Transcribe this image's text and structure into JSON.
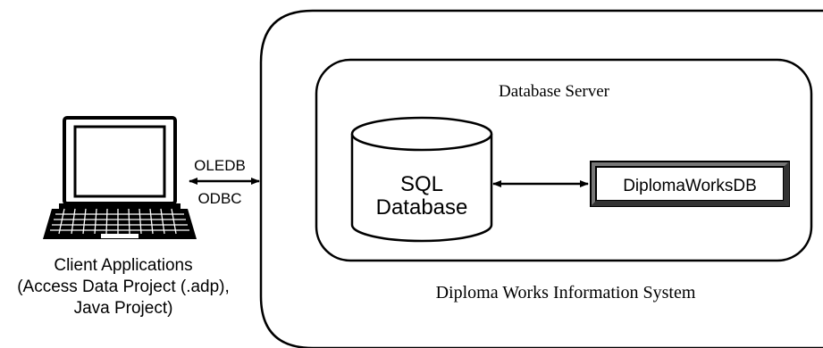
{
  "client": {
    "caption_lines": [
      "Client Applications",
      "(Access Data Project (.adp),",
      "Java Project)"
    ]
  },
  "connection": {
    "protocol_top": "OLEDB",
    "protocol_bottom": "ODBC"
  },
  "system": {
    "title": "Diploma Works Information System"
  },
  "server": {
    "title": "Database Server",
    "database_lines": [
      "SQL",
      "Database"
    ],
    "schema_box": "DiplomaWorksDB"
  },
  "colors": {
    "ink": "#000000",
    "paper": "#ffffff",
    "shadow": "#555555"
  }
}
